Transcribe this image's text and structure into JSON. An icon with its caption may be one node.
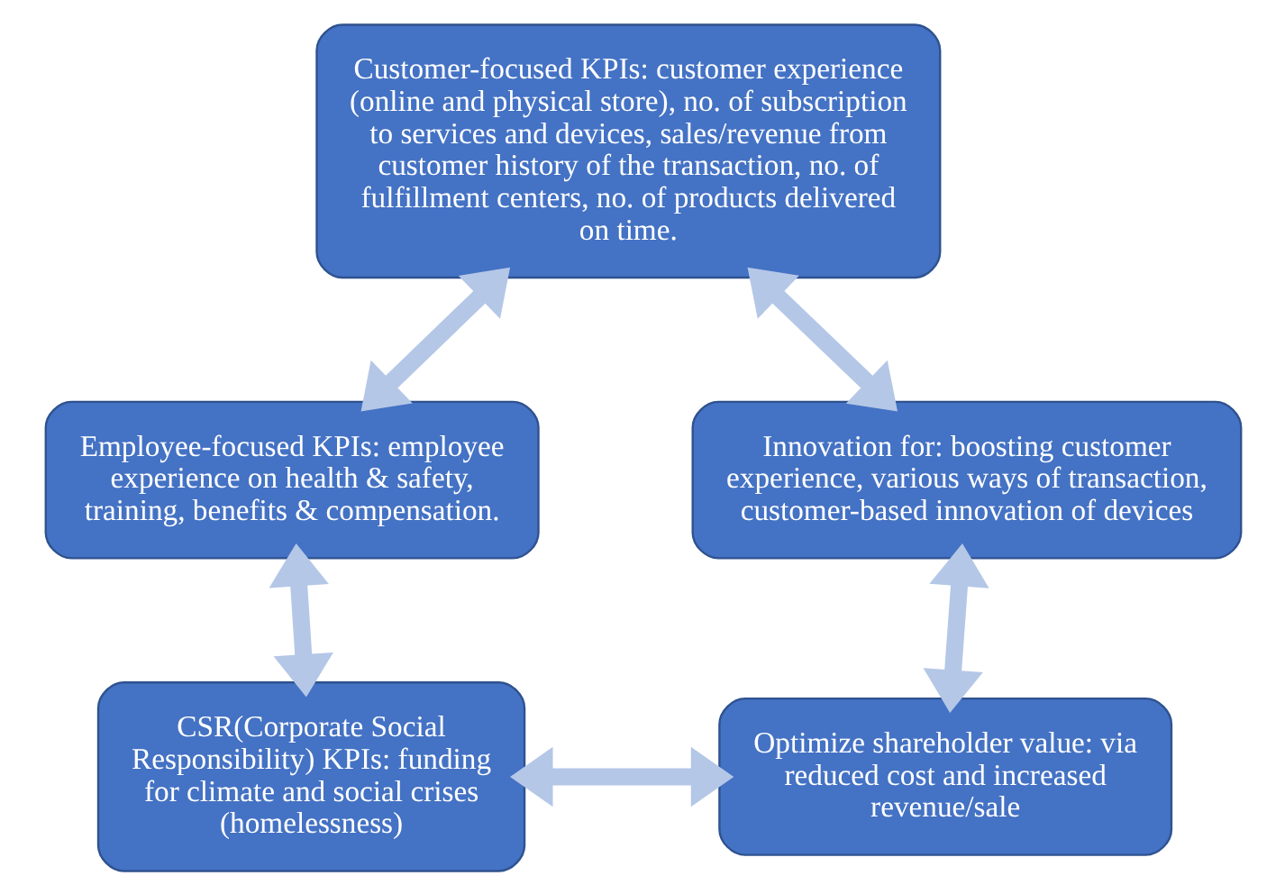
{
  "diagram": {
    "nodes": [
      {
        "text": [
          "Customer-focused KPIs: customer experience (online and physical store), no. of subscription to services and devices, sales/revenue from customer history of the transaction, no. of fulfillment centers, no. of products delivered on time."
        ]
      },
      {
        "text": [
          "Employee-focused KPIs: employee experience on health & safety, training, benefits & compensation."
        ]
      },
      {
        "text": [
          "CSR(Corporate Social Responsibility) KPIs: funding for climate and social crises (homelessness)"
        ]
      },
      {
        "text": [
          "Optimize shareholder value: via reduced cost and increased revenue/sale"
        ]
      },
      {
        "text": [
          "Innovation for: boosting customer experience, various ways of transaction, customer-based innovation of devices"
        ]
      }
    ],
    "edges": [
      {
        "from": 0,
        "to": 1,
        "arrow": "both"
      },
      {
        "from": 1,
        "to": 2,
        "arrow": "both"
      },
      {
        "from": 2,
        "to": 3,
        "arrow": "both"
      },
      {
        "from": 3,
        "to": 4,
        "arrow": "both"
      },
      {
        "from": 4,
        "to": 0,
        "arrow": "both"
      }
    ]
  }
}
